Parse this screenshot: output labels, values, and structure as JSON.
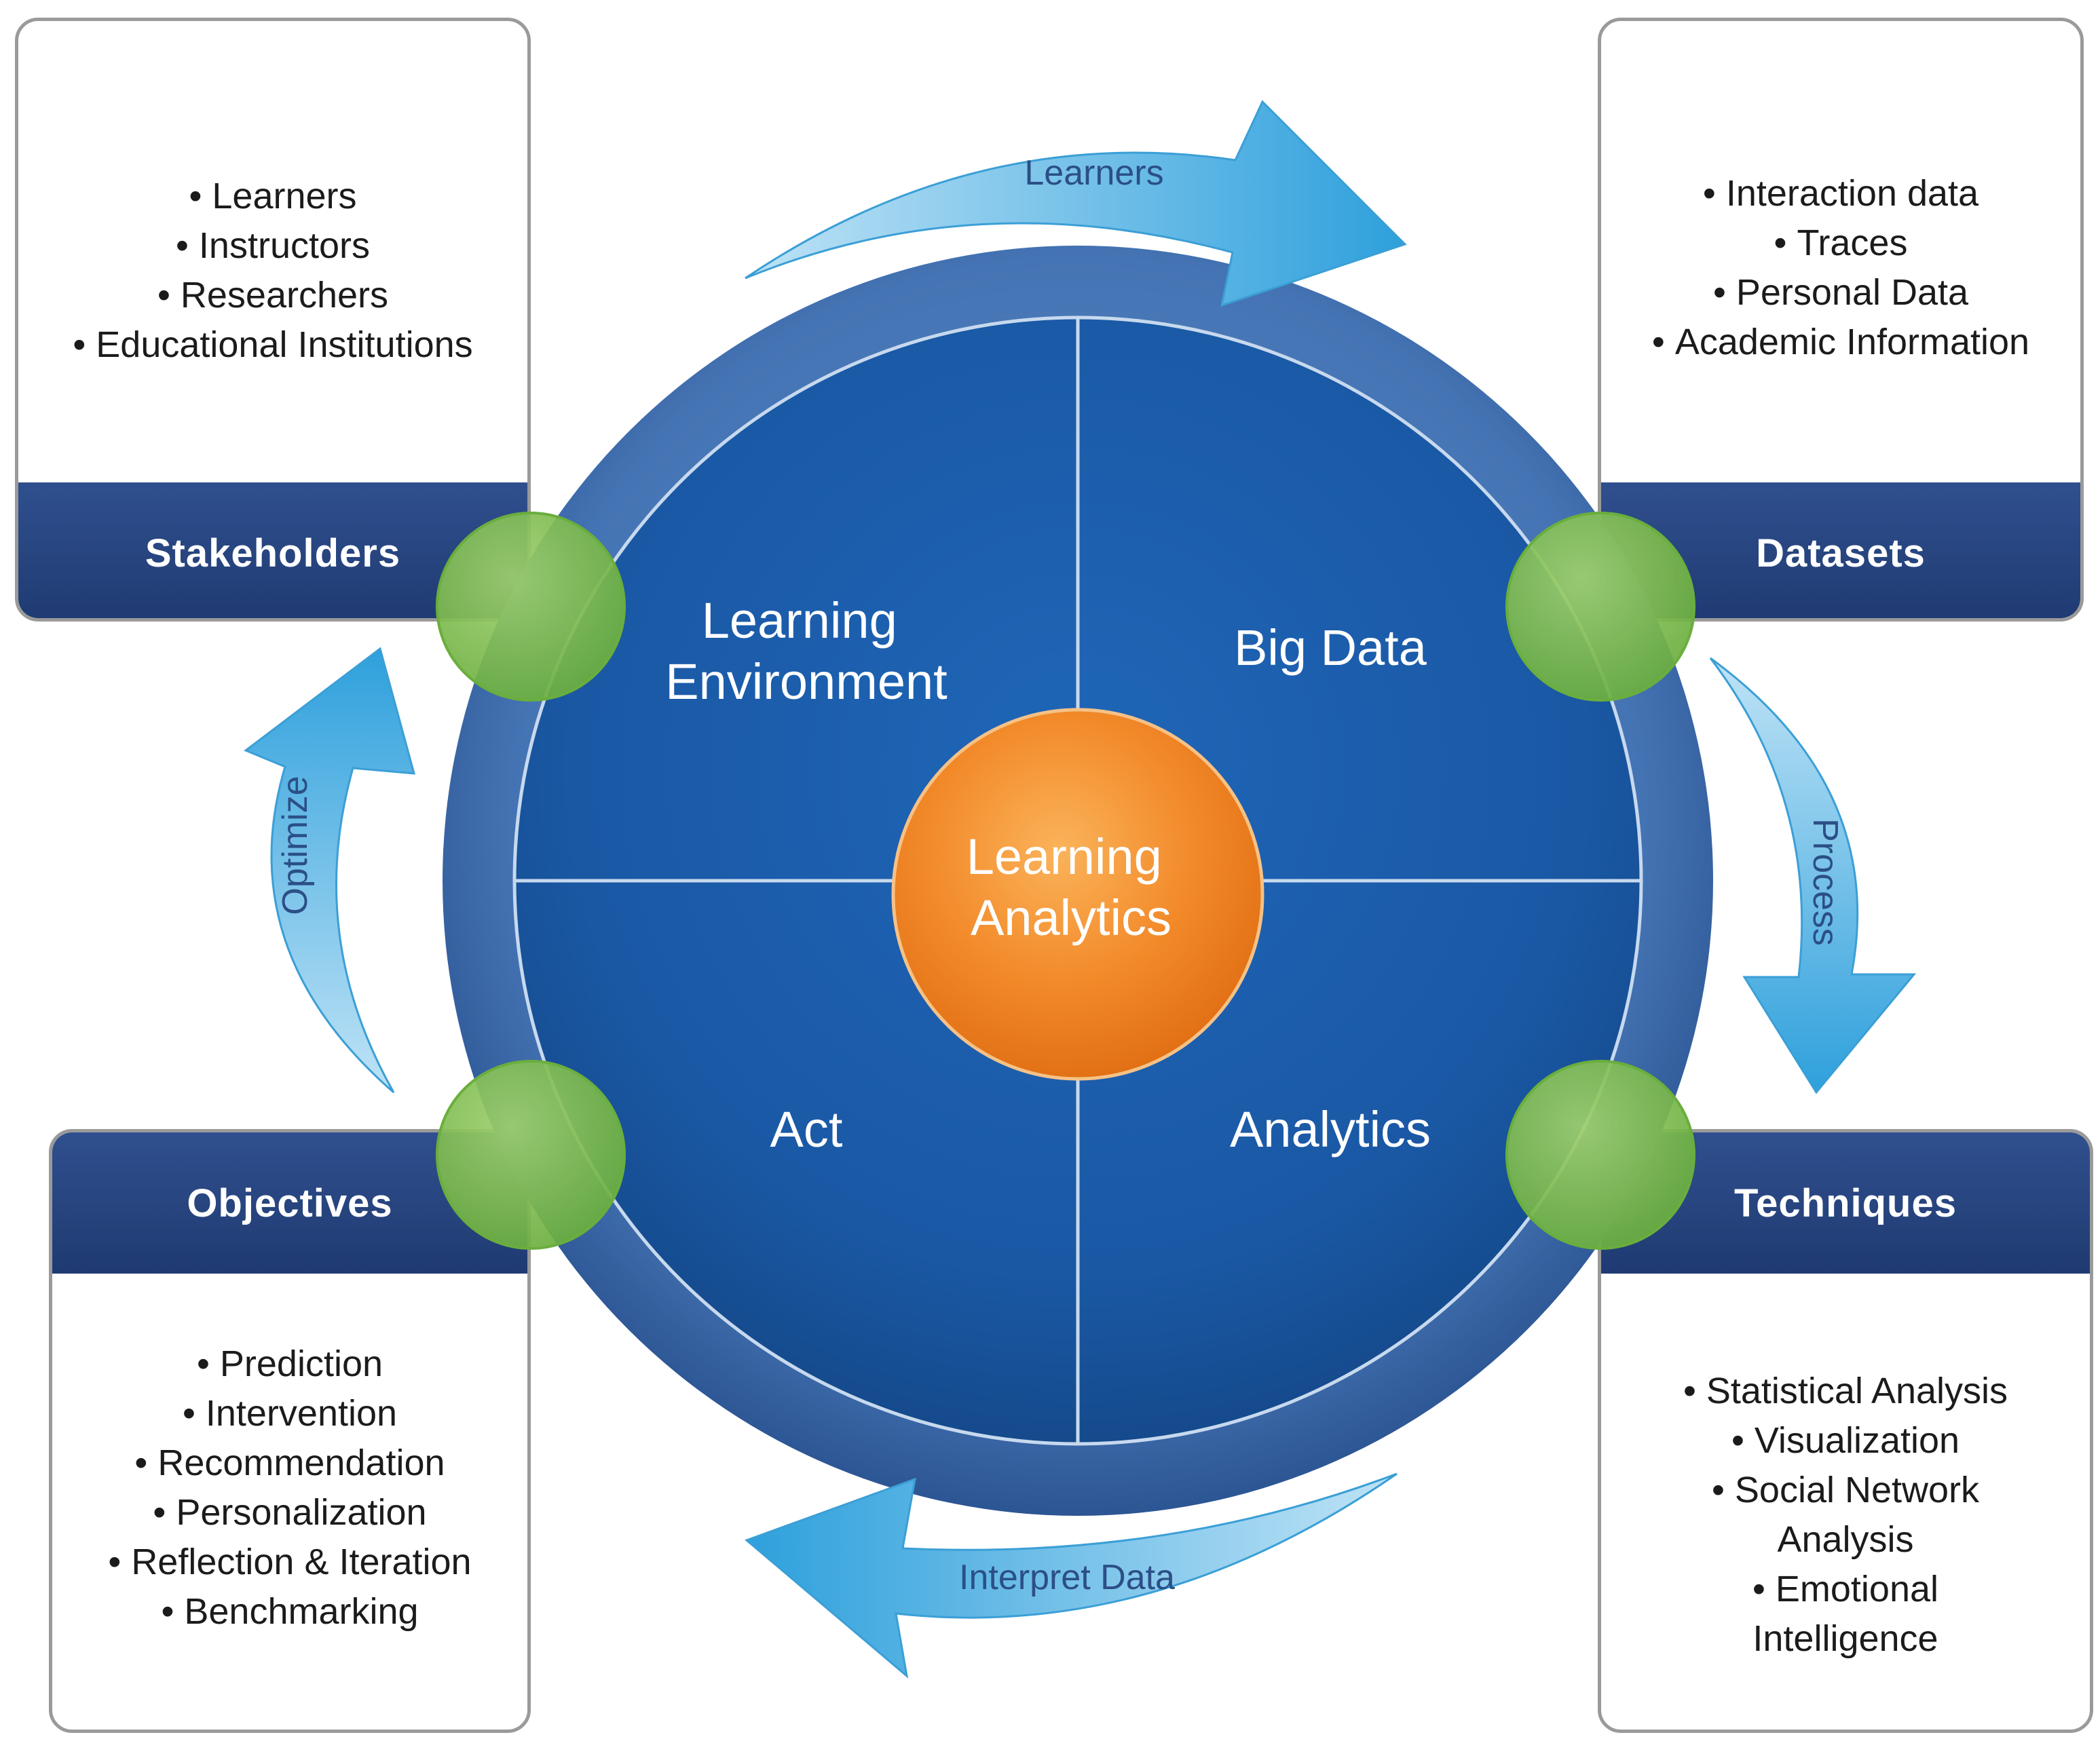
{
  "center": {
    "label_lines": [
      "Learning",
      "Analytics"
    ]
  },
  "quadrants": {
    "top_left": {
      "lines": [
        "Learning",
        "Environment"
      ]
    },
    "top_right": {
      "lines": [
        "Big Data"
      ]
    },
    "bottom_left": {
      "lines": [
        "Act"
      ]
    },
    "bottom_right": {
      "lines": [
        "Analytics"
      ]
    }
  },
  "arrows": {
    "top": "Learners",
    "right": "Process",
    "bottom": "Interpret Data",
    "left": "Optimize"
  },
  "panels": {
    "stakeholders": {
      "title": "Stakeholders",
      "items": [
        "Learners",
        "Instructors",
        "Researchers",
        "Educational Institutions"
      ]
    },
    "datasets": {
      "title": "Datasets",
      "items": [
        "Interaction data",
        "Traces",
        "Personal Data",
        "Academic Information"
      ]
    },
    "objectives": {
      "title": "Objectives",
      "items": [
        "Prediction",
        "Intervention",
        "Recommendation",
        "Personalization",
        "Reflection & Iteration",
        "Benchmarking"
      ]
    },
    "techniques": {
      "title": "Techniques",
      "items": [
        "Statistical Analysis",
        "Visualization",
        "Social Network Analysis",
        "Emotional Intelligence"
      ]
    }
  },
  "colors": {
    "ring": "#3f6eae",
    "quadrant_fill": "#1b5aa6",
    "core": "#f07f20",
    "node": "#7dbb4f",
    "band": "#27447e",
    "arrow": "#4fb1e3"
  }
}
